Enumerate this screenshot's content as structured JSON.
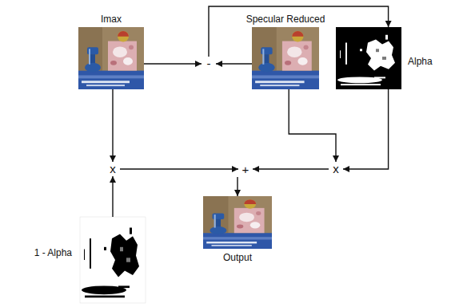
{
  "diagram": {
    "nodes": [
      {
        "text": [
          "Imax"
        ]
      },
      {
        "text": [
          "-"
        ]
      },
      {
        "text": [
          "Specular Reduced"
        ]
      },
      {
        "text": [
          "Alpha"
        ]
      },
      {
        "text": [
          "x"
        ]
      },
      {
        "text": [
          "+"
        ]
      },
      {
        "text": [
          "x"
        ]
      },
      {
        "text": [
          "1 - Alpha"
        ]
      },
      {
        "text": [
          "Output"
        ]
      }
    ],
    "edges": [
      {
        "from": 0,
        "to": 1,
        "arrow": "to"
      },
      {
        "from": 2,
        "to": 1,
        "arrow": "to"
      },
      {
        "from": 1,
        "to": 3,
        "arrow": "to"
      },
      {
        "from": 0,
        "to": 4,
        "arrow": "to"
      },
      {
        "from": 7,
        "to": 4,
        "arrow": "to"
      },
      {
        "from": 4,
        "to": 5,
        "arrow": "to"
      },
      {
        "from": 2,
        "to": 6,
        "arrow": "to"
      },
      {
        "from": 3,
        "to": 6,
        "arrow": "to"
      },
      {
        "from": 6,
        "to": 5,
        "arrow": "to"
      },
      {
        "from": 5,
        "to": 8,
        "arrow": "to"
      }
    ]
  }
}
